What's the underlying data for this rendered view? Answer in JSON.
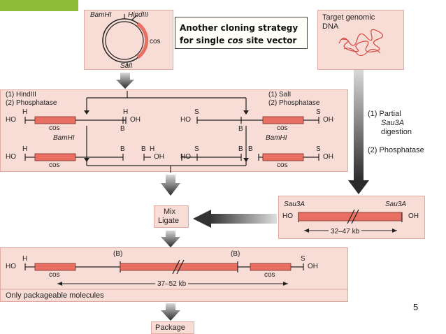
{
  "callout": {
    "line1": "Another cloning strategy",
    "line2_pre": "for single ",
    "line2_it": "cos",
    "line2_post": " site vector"
  },
  "vector": {
    "bamhi": "BamHI",
    "hindiii": "HindIII",
    "cos": "cos",
    "sali": "SalI"
  },
  "target": {
    "line1": "Target genomic",
    "line2": "DNA"
  },
  "left_steps": {
    "step1": "(1) HindIII",
    "step2": "(2) Phosphatase"
  },
  "right_steps": {
    "step1": "(1) SalI",
    "step2": "(2) Phosphatase"
  },
  "ends": {
    "h": "H",
    "s": "S",
    "b": "B",
    "ho": "HO",
    "oh": "OH"
  },
  "bamhi_cut": "BamHI",
  "sau_steps": {
    "l1": "(1) Partial",
    "l2": "Sau3A",
    "l3": "digestion",
    "l4": "(2) Phosphatase"
  },
  "insert": {
    "sau_left": "Sau3A",
    "sau_right": "Sau3A",
    "size": "32–47 kb"
  },
  "mix": {
    "line1": "Mix",
    "line2": "Ligate"
  },
  "product": {
    "b_site": "(B)",
    "size": "37–52 kb",
    "caption": "Only packageable molecules"
  },
  "package": "Package",
  "slide_number": "5",
  "colors": {
    "pink_bg": "#f8dcd6",
    "pink_border": "#e3aaa1",
    "segment": "#ea6f63",
    "accent_green": "#8dbb3a",
    "arrow_grey": "#555555"
  }
}
